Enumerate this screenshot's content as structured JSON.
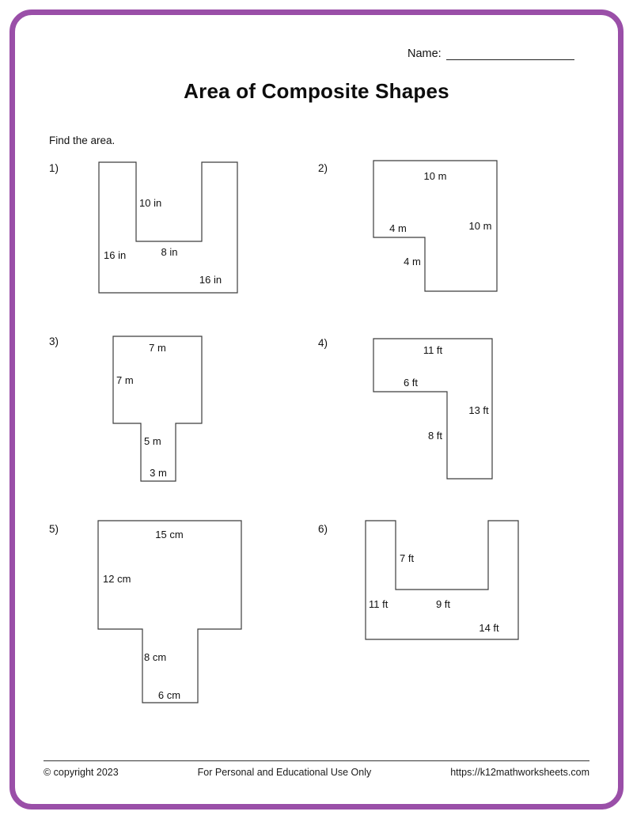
{
  "page": {
    "name_label": "Name:",
    "title": "Area of Composite Shapes",
    "instruction": "Find the area.",
    "border_color": "#9a4fa8"
  },
  "problems": [
    {
      "number": "1)",
      "labels": {
        "inner_height": "10 in",
        "inner_width": "8 in",
        "left": "16 in",
        "bottom": "16 in"
      }
    },
    {
      "number": "2)",
      "labels": {
        "top": "10 m",
        "step_width": "4 m",
        "right": "10 m",
        "step_height": "4 m"
      }
    },
    {
      "number": "3)",
      "labels": {
        "top": "7 m",
        "left": "7 m",
        "stem_height": "5 m",
        "stem_width": "3 m"
      }
    },
    {
      "number": "4)",
      "labels": {
        "top": "11 ft",
        "inner_width": "6 ft",
        "right": "13 ft",
        "inner_height": "8 ft"
      }
    },
    {
      "number": "5)",
      "labels": {
        "top": "15 cm",
        "left": "12 cm",
        "stem_height": "8 cm",
        "stem_width": "6 cm"
      }
    },
    {
      "number": "6)",
      "labels": {
        "notch_depth": "7 ft",
        "left": "11 ft",
        "notch_width": "9 ft",
        "bottom": "14 ft"
      }
    }
  ],
  "footer": {
    "copyright": "© copyright 2023",
    "usage": "For Personal and Educational Use Only",
    "website": "https://k12mathworksheets.com"
  }
}
